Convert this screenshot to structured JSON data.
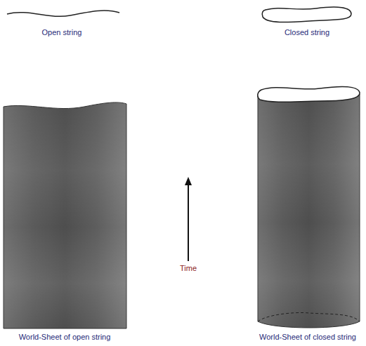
{
  "diagram": {
    "labels": [
      "Open string",
      "Closed string",
      "World-Sheet of open string",
      "Time",
      "World-Sheet of closed string"
    ]
  }
}
